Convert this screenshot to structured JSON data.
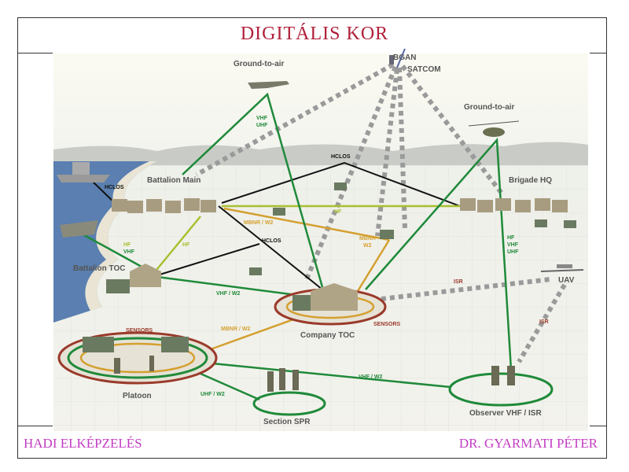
{
  "title": "DIGITÁLIS KOR",
  "footer": {
    "left": "HADI ELKÉPZELÉS",
    "right": "DR. GYARMATI PÉTER"
  },
  "colors": {
    "title": "#b0203a",
    "footer": "#c23cc2",
    "green_link": "#1f8a3a",
    "hclos_link": "#111111",
    "hf_link": "#a8c030",
    "mbnr_link": "#d4a030",
    "satcom_link": "#9a9a9a",
    "outer_ring": "#9a3a2a"
  },
  "nodes": {
    "satellite": "BGAN",
    "satellite2": "SATCOM",
    "air1": "Ground-to-air",
    "air2": "Ground-to-air",
    "battalion_main": "Battalion Main",
    "brigade_hq": "Brigade HQ",
    "battalion_toc": "Battalion TOC",
    "company_toc": "Company TOC",
    "platoon": "Platoon",
    "section": "Section SPR",
    "observer": "Observer VHF / ISR",
    "uav": "UAV"
  },
  "links": {
    "vhf": "VHF",
    "uhf": "UHF",
    "hf": "HF",
    "hclos": "HCLOS",
    "mbnr_w2": "MBNR / W2",
    "mbnr": "MBNR",
    "w2": "W2",
    "vhf_w2": "VHF / W2",
    "uhf_w2": "UHF / W2",
    "isr": "ISR",
    "sensors": "SENSORS"
  }
}
